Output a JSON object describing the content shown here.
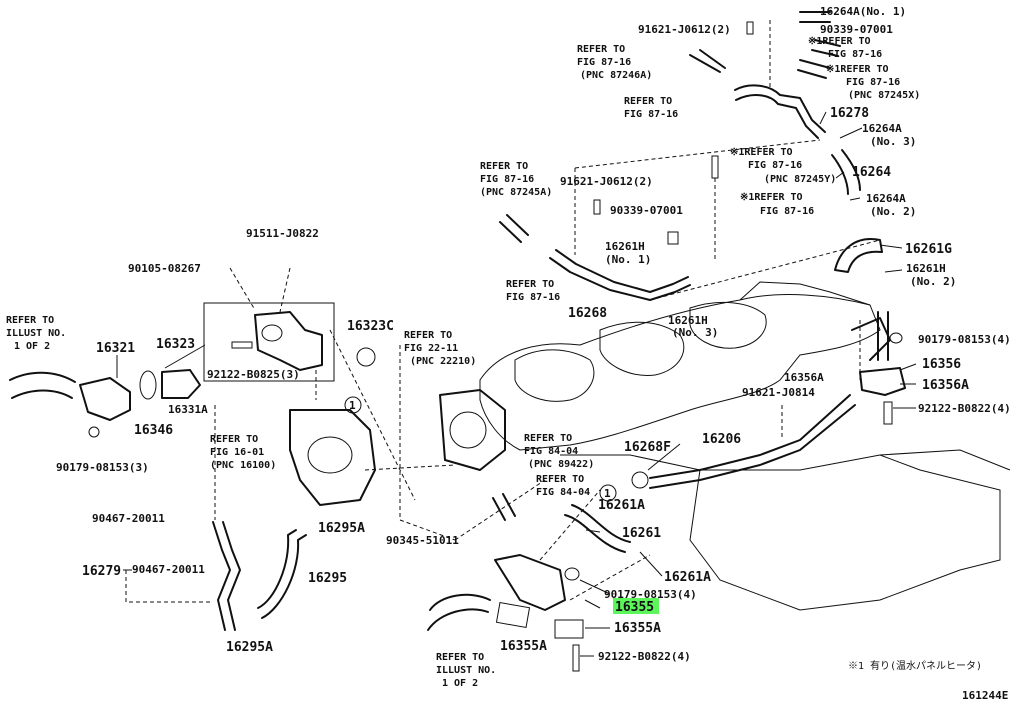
{
  "diagram": {
    "highlighted_part": "16355",
    "highlight_color": "#5cf55c",
    "line_color": "#111111",
    "background": "#ffffff",
    "labels": [
      {
        "id": "l01",
        "text": "16264A(No. 1)"
      },
      {
        "id": "l02",
        "text": "91621-J0612(2)"
      },
      {
        "id": "l03",
        "text": "90339-07001"
      },
      {
        "id": "l04",
        "text": "REFER TO"
      },
      {
        "id": "l05",
        "text": "FIG 87-16"
      },
      {
        "id": "l06",
        "text": "(PNC 87246A)"
      },
      {
        "id": "l07",
        "text": "※1REFER TO"
      },
      {
        "id": "l08",
        "text": "FIG 87-16"
      },
      {
        "id": "l09",
        "text": "※1REFER TO"
      },
      {
        "id": "l10",
        "text": "FIG 87-16"
      },
      {
        "id": "l11",
        "text": "(PNC 87245X)"
      },
      {
        "id": "l12",
        "text": "REFER TO"
      },
      {
        "id": "l13",
        "text": "FIG 87-16"
      },
      {
        "id": "l14",
        "text": "16278"
      },
      {
        "id": "l15",
        "text": "16264A"
      },
      {
        "id": "l16",
        "text": "(No. 3)"
      },
      {
        "id": "l17",
        "text": "REFER TO"
      },
      {
        "id": "l18",
        "text": "FIG 87-16"
      },
      {
        "id": "l19",
        "text": "(PNC 87245A)"
      },
      {
        "id": "l20",
        "text": "※1REFER TO"
      },
      {
        "id": "l21",
        "text": "FIG 87-16"
      },
      {
        "id": "l22",
        "text": "(PNC 87245Y)"
      },
      {
        "id": "l23",
        "text": "16264"
      },
      {
        "id": "l24",
        "text": "91621-J0612(2)"
      },
      {
        "id": "l25",
        "text": "90339-07001"
      },
      {
        "id": "l26",
        "text": "※1REFER TO"
      },
      {
        "id": "l27",
        "text": "FIG 87-16"
      },
      {
        "id": "l28",
        "text": "16264A"
      },
      {
        "id": "l29",
        "text": "(No. 2)"
      },
      {
        "id": "l30",
        "text": "91511-J0822"
      },
      {
        "id": "l31",
        "text": "16261H"
      },
      {
        "id": "l32",
        "text": "(No. 1)"
      },
      {
        "id": "l33",
        "text": "16261G"
      },
      {
        "id": "l34",
        "text": "90105-08267"
      },
      {
        "id": "l35",
        "text": "REFER TO"
      },
      {
        "id": "l36",
        "text": "FIG 87-16"
      },
      {
        "id": "l37",
        "text": "16261H"
      },
      {
        "id": "l38",
        "text": "(No. 2)"
      },
      {
        "id": "l39",
        "text": "16268"
      },
      {
        "id": "l40",
        "text": "16261H"
      },
      {
        "id": "l41",
        "text": "(No. 3)"
      },
      {
        "id": "l42",
        "text": "REFER TO"
      },
      {
        "id": "l43",
        "text": "ILLUST NO."
      },
      {
        "id": "l44",
        "text": "1 OF 2"
      },
      {
        "id": "l45",
        "text": "16323C"
      },
      {
        "id": "l46",
        "text": "REFER TO"
      },
      {
        "id": "l47",
        "text": "FIG 22-11"
      },
      {
        "id": "l48",
        "text": "(PNC 22210)"
      },
      {
        "id": "l49",
        "text": "90179-08153(4)"
      },
      {
        "id": "l50",
        "text": "16321"
      },
      {
        "id": "l51",
        "text": "16323"
      },
      {
        "id": "l52",
        "text": "16356"
      },
      {
        "id": "l53",
        "text": "92122-B0825(3)"
      },
      {
        "id": "l54",
        "text": "16356A"
      },
      {
        "id": "l55",
        "text": "16356A"
      },
      {
        "id": "l56",
        "text": "16331A"
      },
      {
        "id": "l57",
        "text": "91621-J0814"
      },
      {
        "id": "l58",
        "text": "92122-B0822(4)"
      },
      {
        "id": "l59",
        "text": "16346"
      },
      {
        "id": "l60",
        "text": "REFER TO"
      },
      {
        "id": "l61",
        "text": "FIG 16-01"
      },
      {
        "id": "l62",
        "text": "(PNC 16100)"
      },
      {
        "id": "l63",
        "text": "REFER TO"
      },
      {
        "id": "l64",
        "text": "FIG 84-04"
      },
      {
        "id": "l65",
        "text": "(PNC 89422)"
      },
      {
        "id": "l66",
        "text": "16268F"
      },
      {
        "id": "l67",
        "text": "16206"
      },
      {
        "id": "l68",
        "text": "90179-08153(3)"
      },
      {
        "id": "l69",
        "text": "REFER TO"
      },
      {
        "id": "l70",
        "text": "FIG 84-04"
      },
      {
        "id": "l71",
        "text": "16261A"
      },
      {
        "id": "l72",
        "text": "90467-20011"
      },
      {
        "id": "l73",
        "text": "16295A"
      },
      {
        "id": "l74",
        "text": "16261"
      },
      {
        "id": "l75",
        "text": "90345-51011"
      },
      {
        "id": "l76",
        "text": "16279"
      },
      {
        "id": "l77",
        "text": "90467-20011"
      },
      {
        "id": "l78",
        "text": "16295"
      },
      {
        "id": "l79",
        "text": "16261A"
      },
      {
        "id": "l80",
        "text": "90179-08153(4)"
      },
      {
        "id": "l81",
        "text": "16355"
      },
      {
        "id": "l82",
        "text": "16355A"
      },
      {
        "id": "l83",
        "text": "16355A"
      },
      {
        "id": "l84",
        "text": "16295A"
      },
      {
        "id": "l85",
        "text": "92122-B0822(4)"
      },
      {
        "id": "l86",
        "text": "REFER TO"
      },
      {
        "id": "l87",
        "text": "ILLUST NO."
      },
      {
        "id": "l88",
        "text": "1 OF 2"
      },
      {
        "id": "l89",
        "text": "※1 有り(温水パネルヒータ)"
      },
      {
        "id": "l90",
        "text": "161244E"
      }
    ],
    "callouts": [
      {
        "id": "c1",
        "text": "1"
      },
      {
        "id": "c2",
        "text": "1"
      }
    ]
  }
}
